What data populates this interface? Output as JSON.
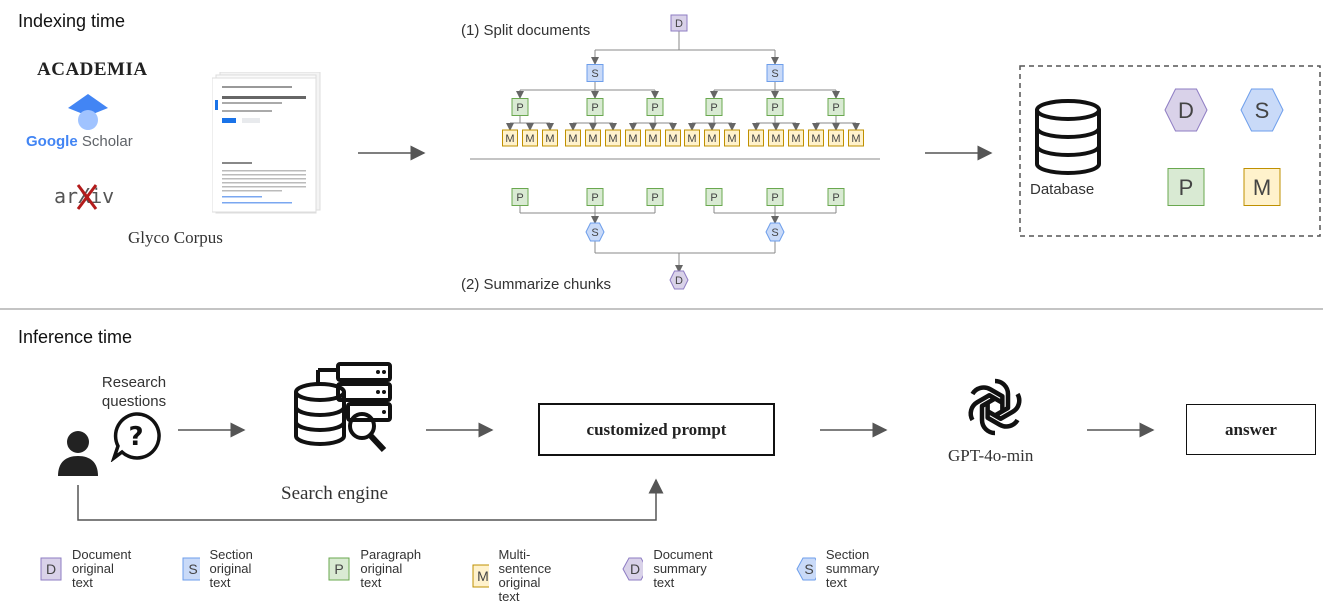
{
  "indexing": {
    "title": "Indexing time",
    "split_label": "(1) Split documents",
    "summarize_label": "(2) Summarize chunks",
    "sources": {
      "academia": "ACADEMIA",
      "scholar_google": "Google",
      "scholar_word": "Scholar",
      "arxiv": "arXiv"
    },
    "corpus_label": "Glyco Corpus",
    "database_label": "Database",
    "node_letters": {
      "document": "D",
      "section": "S",
      "paragraph": "P",
      "multi": "M"
    }
  },
  "inference": {
    "title": "Inference time",
    "research_questions": "Research questions",
    "search_engine": "Search engine",
    "prompt": "customized prompt",
    "llm": "GPT-4o-min",
    "answer": "answer"
  },
  "legend": [
    {
      "key": "D",
      "shape": "square",
      "color": "#d9d2e9",
      "stroke": "#8e7cc3",
      "line1": "Document",
      "line2": "original text"
    },
    {
      "key": "S",
      "shape": "square",
      "color": "#c9daf8",
      "stroke": "#6d9eeb",
      "line1": "Section",
      "line2": "original text"
    },
    {
      "key": "P",
      "shape": "square",
      "color": "#d9ead3",
      "stroke": "#6aa84f",
      "line1": "Paragraph",
      "line2": "original text"
    },
    {
      "key": "M",
      "shape": "square",
      "color": "#fff2cc",
      "stroke": "#bf9000",
      "line1": "Multi-sentence",
      "line2": "original text"
    },
    {
      "key": "D",
      "shape": "hex",
      "color": "#d9d2e9",
      "stroke": "#8e7cc3",
      "line1": "Document",
      "line2": "summary text"
    },
    {
      "key": "S",
      "shape": "hex",
      "color": "#c9daf8",
      "stroke": "#6d9eeb",
      "line1": "Section",
      "line2": "summary text"
    }
  ],
  "colors": {
    "doc_fill": "#d9d2e9",
    "doc_stroke": "#8e7cc3",
    "sec_fill": "#c9daf8",
    "sec_stroke": "#6d9eeb",
    "par_fill": "#d9ead3",
    "par_stroke": "#6aa84f",
    "multi_fill": "#fff2cc",
    "multi_stroke": "#bf9000"
  }
}
